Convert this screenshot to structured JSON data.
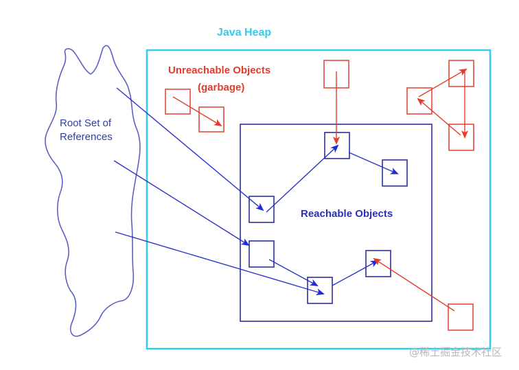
{
  "labels": {
    "heap_title": "Java Heap",
    "unreachable_line1": "Unreachable Objects",
    "unreachable_line2": "(garbage)",
    "reachable": "Reachable Objects",
    "root_line1": "Root Set of",
    "root_line2": "References",
    "watermark": "@稀土掘金技术社区"
  },
  "colors": {
    "heap_border": "#33ccee",
    "reachable_border": "#2a2f9a",
    "root_cloud": "#5a5fc8",
    "garbage": "#e53b2b",
    "reference": "#2a33c8"
  }
}
